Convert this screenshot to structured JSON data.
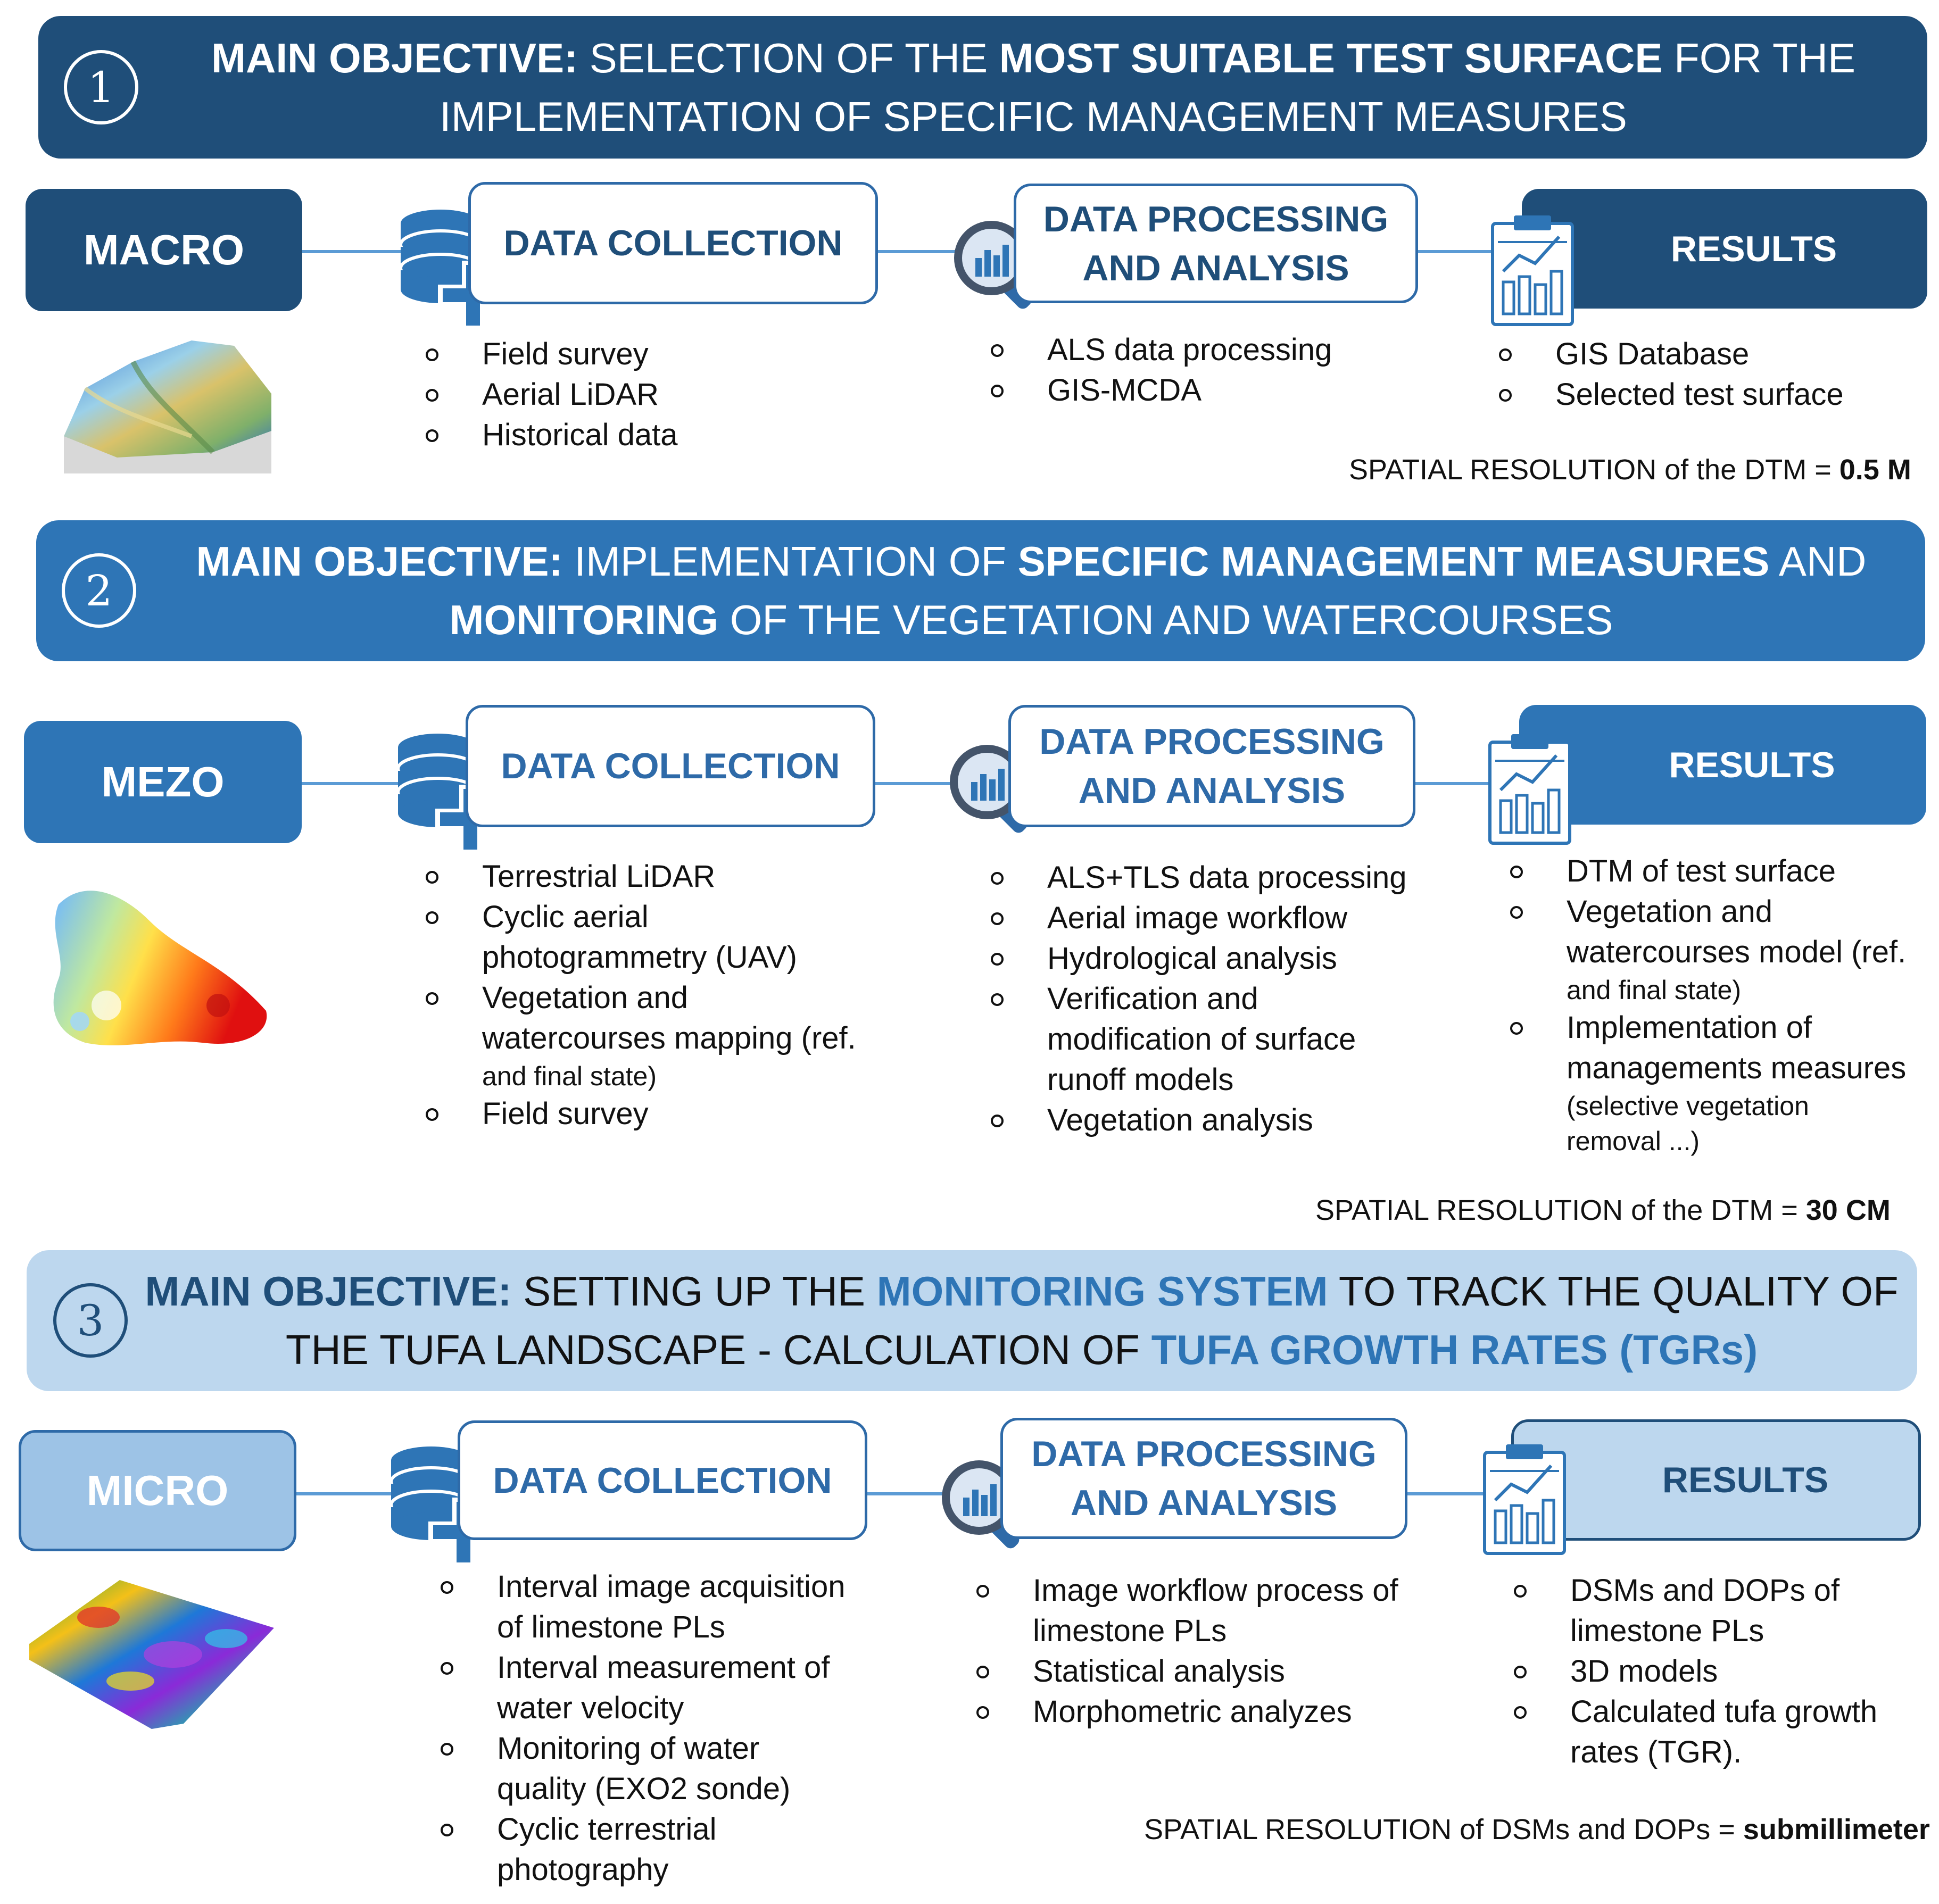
{
  "levels": [
    {
      "number": "1",
      "objective": {
        "lead": "MAIN OBJECTIVE:",
        "t1": " SELECTION OF THE ",
        "b1": "MOST SUITABLE TEST SURFACE",
        "t2": " FOR THE",
        "line2": "IMPLEMENTATION OF SPECIFIC MANAGEMENT MEASURES"
      },
      "scale": "MACRO",
      "collection_title": "DATA COLLECTION",
      "collection_items": [
        "Field survey",
        "Aerial LiDAR",
        "Historical data"
      ],
      "processing_title_1": "DATA PROCESSING",
      "processing_title_2": "AND ANALYSIS",
      "processing_items": [
        "ALS data processing",
        "GIS-MCDA"
      ],
      "results_title": "RESULTS",
      "results_items": [
        "GIS Database",
        "Selected test surface"
      ],
      "resolution_label": "SPATIAL RESOLUTION of the DTM = ",
      "resolution_value": "0.5 M"
    },
    {
      "number": "2",
      "objective": {
        "lead": "MAIN OBJECTIVE:",
        "t1": " IMPLEMENTATION OF ",
        "b1": "SPECIFIC MANAGEMENT MEASURES",
        "t2": " AND",
        "b2": "MONITORING",
        "t3": " OF THE VEGETATION AND WATERCOURSES"
      },
      "scale": "MEZO",
      "collection_title": "DATA COLLECTION",
      "collection_items": [
        "Terrestrial LiDAR",
        "Cyclic aerial",
        "photogrammetry (UAV)",
        "Vegetation and",
        "watercourses mapping (ref.",
        "and final state)",
        "Field survey"
      ],
      "processing_title_1": "DATA PROCESSING",
      "processing_title_2": "AND ANALYSIS",
      "processing_items": [
        "ALS+TLS data processing",
        "Aerial image workflow",
        "Hydrological analysis",
        "Verification and",
        "modification of surface",
        "runoff models",
        "Vegetation analysis"
      ],
      "results_title": "RESULTS",
      "results_items": [
        "DTM of test surface",
        "Vegetation and",
        "watercourses model (ref.",
        "and final state)",
        "Implementation of",
        "managements measures",
        "(selective vegetation",
        "removal ...)"
      ],
      "resolution_label": "SPATIAL RESOLUTION of the DTM = ",
      "resolution_value": "30 CM"
    },
    {
      "number": "3",
      "objective": {
        "lead": "MAIN OBJECTIVE:",
        "t1": " SETTING UP THE ",
        "b1": "MONITORING SYSTEM",
        "t2": " TO TRACK THE QUALITY OF",
        "t3": "THE TUFA LANDSCAPE - CALCULATION OF ",
        "b2": "TUFA GROWTH RATES (TGRs)"
      },
      "scale": "MICRO",
      "collection_title": "DATA COLLECTION",
      "collection_items": [
        "Interval image acquisition",
        "of limestone PLs",
        "Interval measurement of",
        "water velocity",
        "Monitoring of water",
        "quality (EXO2 sonde)",
        "Cyclic terrestrial",
        "photography"
      ],
      "processing_title_1": "DATA PROCESSING",
      "processing_title_2": "AND ANALYSIS",
      "processing_items": [
        "Image workflow process of",
        "limestone PLs",
        "Statistical analysis",
        "Morphometric analyzes"
      ],
      "results_title": "RESULTS",
      "results_items": [
        "DSMs and DOPs of",
        "limestone PLs",
        "3D models",
        "Calculated tufa growth",
        "rates (TGR)."
      ],
      "resolution_label": "SPATIAL RESOLUTION of DSMs and DOPs = ",
      "resolution_value": "submillimeter"
    }
  ],
  "colors": {
    "dark": "#1f4e79",
    "mid": "#2e75b6",
    "light": "#bdd7ee",
    "line": "#5b9bd5"
  },
  "icons": [
    "numbered-circle-icon",
    "database-plus-icon",
    "magnifier-chart-icon",
    "clipboard-chart-icon",
    "terrain-model-icon",
    "point-cloud-icon",
    "surface-heatmap-icon"
  ]
}
